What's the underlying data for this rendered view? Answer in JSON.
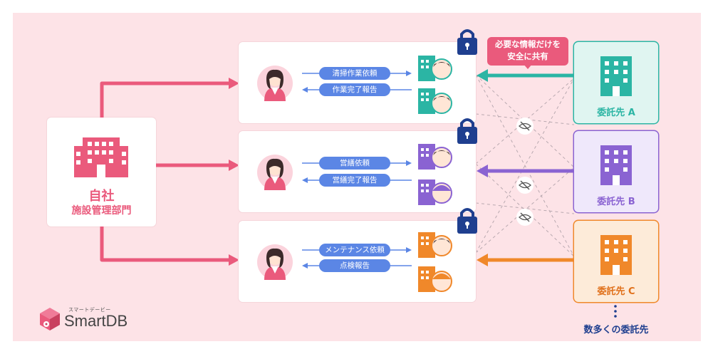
{
  "own_company": {
    "line1": "自社",
    "line2": "施設管理部門"
  },
  "callout": {
    "line1": "必要な情報だけを",
    "line2": "安全に共有"
  },
  "rows": [
    {
      "request": "清掃作業依頼",
      "report": "作業完了報告"
    },
    {
      "request": "営繕依頼",
      "report": "営繕完了報告"
    },
    {
      "request": "メンテナンス依頼",
      "report": "点検報告"
    }
  ],
  "contractors": [
    {
      "label": "委託先 A",
      "color": "#2bb5a4"
    },
    {
      "label": "委託先 B",
      "color": "#8a63d2"
    },
    {
      "label": "委託先 C",
      "color": "#f0882a"
    }
  ],
  "many_contractors": "数多くの委託先",
  "logo": {
    "name": "SmartDB",
    "kana": "スマートデービー"
  },
  "colors": {
    "background": "#fde3e7",
    "pink": "#ea5a7c",
    "blue": "#5b86e5",
    "navy": "#1f3f8f"
  }
}
